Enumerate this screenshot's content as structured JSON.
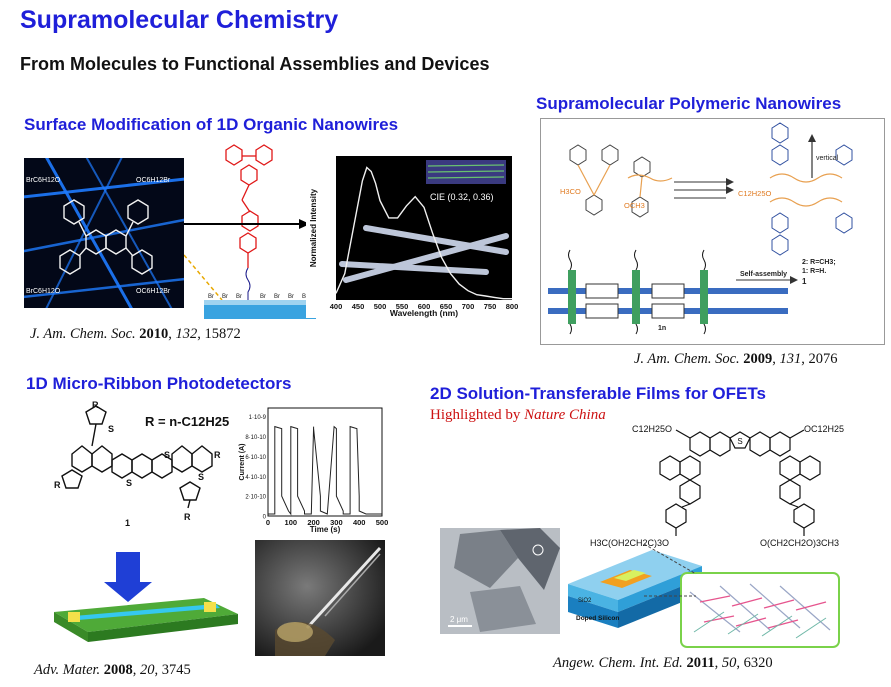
{
  "header": {
    "title": "Supramolecular Chemistry",
    "subtitle": "From Molecules to Functional Assemblies and Devices"
  },
  "sections": {
    "surface": {
      "heading": "Surface Modification of 1D Organic Nanowires",
      "citation": {
        "journal": "J. Am. Chem. Soc.",
        "year": "2010",
        "volume": "132",
        "pages": "15872"
      },
      "cie_label": "CIE (0.32, 0.36)",
      "molecule_labels": [
        "BrC6H12O",
        "OC6H12Br",
        "BrC6H12O",
        "OC6H12Br"
      ]
    },
    "polymeric": {
      "heading": "Supramolecular Polymeric Nanowires",
      "citation": {
        "journal": "J. Am. Chem. Soc.",
        "year": "2009",
        "volume": "131",
        "pages": "2076"
      },
      "labels": {
        "vertical": "vertical",
        "self_assembly": "Self-assembly",
        "r_ch3": "2: R=CH3;",
        "r_h": "1: R=H.",
        "c12": "C12H25O",
        "h3co": "H3CO",
        "och3": "OCH3",
        "one": "1",
        "one_n": "1n"
      }
    },
    "ribbon": {
      "heading": "1D Micro-Ribbon Photodetectors",
      "citation": {
        "journal": "Adv. Mater.",
        "year": "2008",
        "volume": "20",
        "pages": "3745"
      },
      "r_def": "R = n-C12H25",
      "compound": "1"
    },
    "films": {
      "heading": "2D Solution-Transferable Films for OFETs",
      "highlight_prefix": "Highlighted by",
      "highlight_journal": "Nature China",
      "citation": {
        "journal": "Angew. Chem. Int. Ed.",
        "year": "2011",
        "volume": "50",
        "pages": "6320"
      },
      "labels": {
        "c12_left": "C12H25O",
        "c12_right": "OC12H25",
        "peg_left": "H3C(OH2CH2C)3O",
        "peg_right": "O(CH2CH2O)3CH3",
        "scale": "2 μm",
        "sio2": "SiO2",
        "doped": "Doped Silicon"
      }
    }
  },
  "chart_data": [
    {
      "type": "line",
      "title": "",
      "xlabel": "Wavelength (nm)",
      "ylabel": "Normalized Intensity",
      "xlim": [
        400,
        800
      ],
      "ylim": [
        0,
        1
      ],
      "xticks": [
        "400",
        "450",
        "500",
        "550",
        "600",
        "650",
        "700",
        "750",
        "800"
      ],
      "series": [
        {
          "x": [
            400,
            420,
            440,
            460,
            470,
            480,
            490,
            500,
            520,
            540,
            560,
            580,
            600,
            620,
            640,
            660,
            680,
            700,
            720,
            740,
            760,
            780,
            800
          ],
          "y": [
            0.05,
            0.2,
            0.55,
            0.9,
            1.0,
            0.97,
            0.88,
            0.75,
            0.62,
            0.62,
            0.71,
            0.78,
            0.7,
            0.5,
            0.32,
            0.2,
            0.12,
            0.07,
            0.04,
            0.03,
            0.02,
            0.01,
            0.01
          ]
        }
      ]
    },
    {
      "type": "line",
      "title": "",
      "xlabel": "Time (s)",
      "ylabel": "Current (A)",
      "xlim": [
        0,
        500
      ],
      "ylim": [
        0,
        1
      ],
      "xticks": [
        "0",
        "100",
        "200",
        "300",
        "400",
        "500"
      ],
      "yticks": [
        "0",
        "2·10-10",
        "4·10-10",
        "6·10-10",
        "8·10-10",
        "1·10-9"
      ],
      "series": [
        {
          "x": [
            0,
            30,
            30,
            60,
            60,
            90,
            100,
            100,
            130,
            130,
            160,
            160,
            190,
            200,
            200,
            230,
            230,
            260,
            260,
            290,
            300,
            300,
            330,
            330,
            360,
            360,
            390,
            400,
            400,
            430,
            430,
            460,
            460,
            500
          ],
          "y": [
            0.02,
            0.02,
            0.9,
            0.88,
            0.2,
            0.05,
            0.02,
            0.9,
            0.88,
            0.2,
            0.05,
            0.02,
            0.02,
            0.9,
            0.88,
            0.2,
            0.05,
            0.02,
            0.02,
            0.9,
            0.88,
            0.2,
            0.05,
            0.02,
            0.02,
            0.9,
            0.88,
            0.2,
            0.05,
            0.02,
            0.02,
            0.02,
            0.02,
            0.02
          ]
        }
      ]
    }
  ]
}
